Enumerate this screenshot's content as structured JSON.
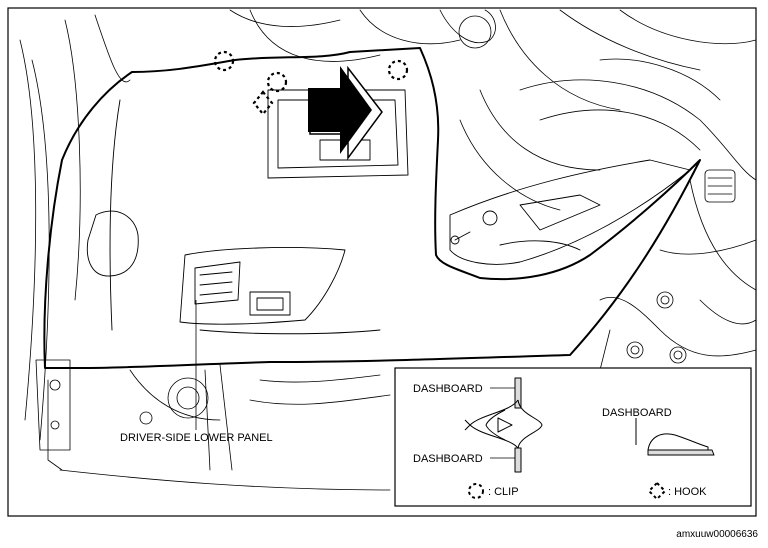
{
  "labels": {
    "panel": "DRIVER-SIDE LOWER PANEL",
    "dashboard_top": "DASHBOARD",
    "dashboard_bottom": "DASHBOARD",
    "dashboard_right": "DASHBOARD",
    "clip_legend": ": CLIP",
    "hook_legend": ": HOOK"
  },
  "figure_id": "amxuuw00006636",
  "icons": [
    "clip-icon",
    "hook-icon",
    "removal-direction-arrow-icon"
  ]
}
